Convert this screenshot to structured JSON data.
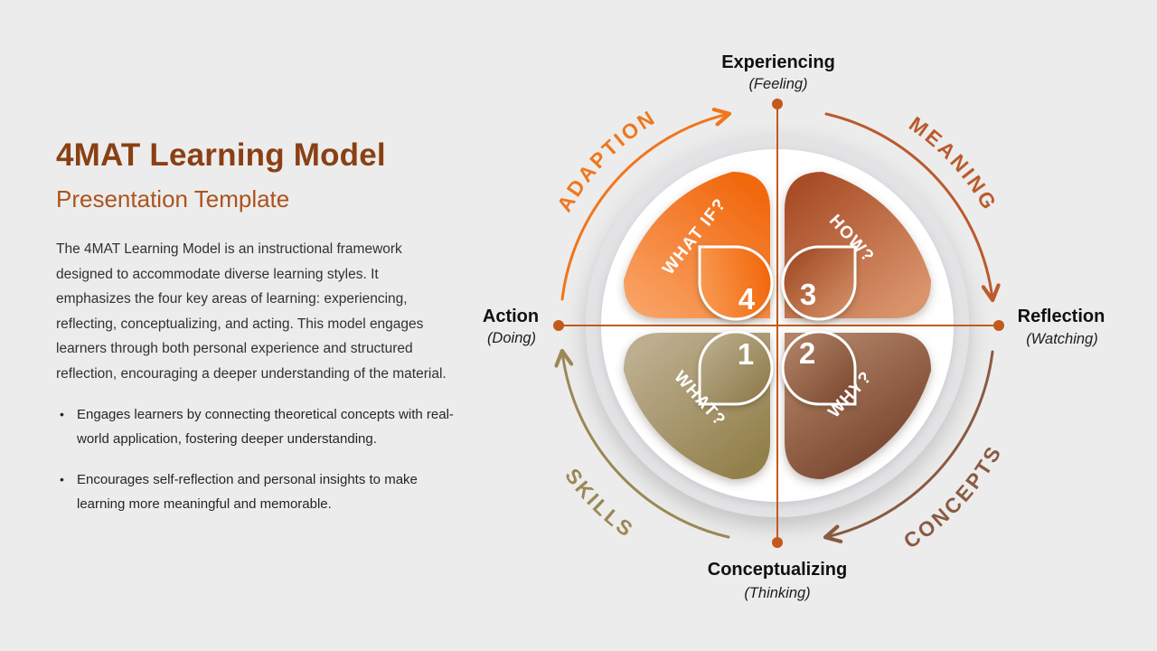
{
  "slide": {
    "background_color": "#ECECEC",
    "title": "4MAT Learning Model",
    "subtitle": "Presentation Template",
    "title_color": "#8A4014",
    "subtitle_color": "#AC531C",
    "description": "The 4MAT Learning Model is an instructional framework designed to accommodate diverse learning styles. It emphasizes the four key areas of learning: experiencing, reflecting, conceptualizing, and acting. This model engages learners through both personal experience and structured reflection, encouraging a deeper understanding of the material.",
    "bullets": [
      "Engages learners by connecting theoretical concepts with real-world application, fostering deeper understanding.",
      "Encourages self-reflection and personal insights to make learning more meaningful and memorable."
    ]
  },
  "diagram": {
    "axis_color": "#C4591C",
    "axes": {
      "top": {
        "label": "Experiencing",
        "sublabel": "(Feeling)"
      },
      "right": {
        "label": "Reflection",
        "sublabel": "(Watching)"
      },
      "bottom": {
        "label": "Conceptualizing",
        "sublabel": "(Thinking)"
      },
      "left": {
        "label": "Action",
        "sublabel": "(Doing)"
      }
    },
    "arcs": [
      {
        "id": "adaption",
        "label": "ADAPTION",
        "color": "#F0761D"
      },
      {
        "id": "meaning",
        "label": "MEANING",
        "color": "#BB5A2D"
      },
      {
        "id": "skills",
        "label": "SKILLS",
        "color": "#9A8855"
      },
      {
        "id": "concepts",
        "label": "CONCEPTS",
        "color": "#8A5A42"
      }
    ],
    "quadrants": [
      {
        "number": "4",
        "label": "WHAT IF?",
        "color_from": "#F9A265",
        "color_to": "#F1680E"
      },
      {
        "number": "3",
        "label": "HOW?",
        "color_from": "#A94E28",
        "color_to": "#D9946C"
      },
      {
        "number": "1",
        "label": "WHAT?",
        "color_from": "#BCAE8F",
        "color_to": "#92804B"
      },
      {
        "number": "2",
        "label": "WHY?",
        "color_from": "#B28367",
        "color_to": "#713E27"
      }
    ]
  }
}
